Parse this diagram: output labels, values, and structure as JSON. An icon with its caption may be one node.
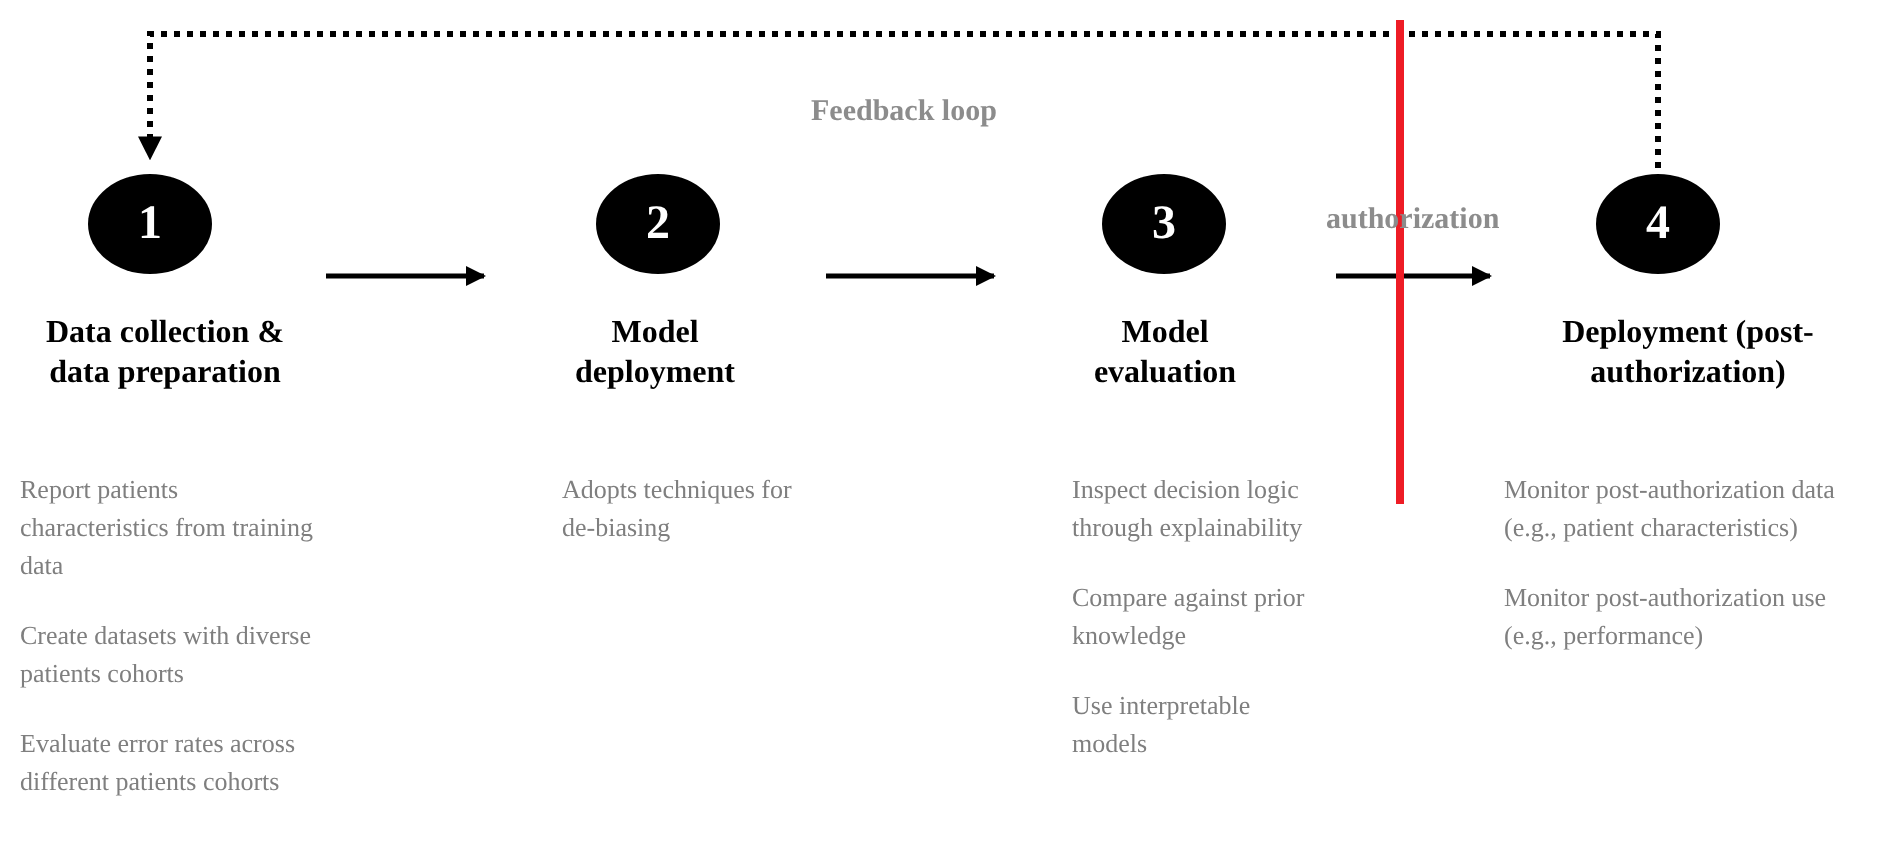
{
  "diagram": {
    "nodes": [
      {
        "text": [
          "1",
          "Data collection & data preparation"
        ],
        "beside": [
          "Report patients characteristics from training data",
          "Create datasets with diverse patients cohorts",
          "Evaluate error rates across different patients cohorts"
        ]
      },
      {
        "text": [
          "2",
          "Model deployment"
        ]
      },
      {
        "text": [
          "3",
          "Model evaluation"
        ],
        "beside": [
          "Inspect decision logic through explainability",
          "Compare against prior knowledge",
          "Use interpretable models"
        ]
      },
      {
        "text": [
          "4",
          "Deployment (post-authorization)"
        ],
        "beside": [
          "Monitor post-authorization data (e.g., patient characteristics)",
          "Monitor post-authorization use (e.g., performance)"
        ]
      }
    ],
    "edges": [
      {
        "from": 0,
        "to": 1,
        "arrow": "to"
      },
      {
        "from": 1,
        "to": 2,
        "arrow": "to"
      },
      {
        "from": 2,
        "to": 3,
        "arrow": "to",
        "label": "authorization"
      },
      {
        "from": 3,
        "to": 0,
        "arrow": "to",
        "style": "dashed",
        "label": "Feedback loop"
      }
    ],
    "labels": [
      "Adopts techniques for de-biasing"
    ]
  }
}
